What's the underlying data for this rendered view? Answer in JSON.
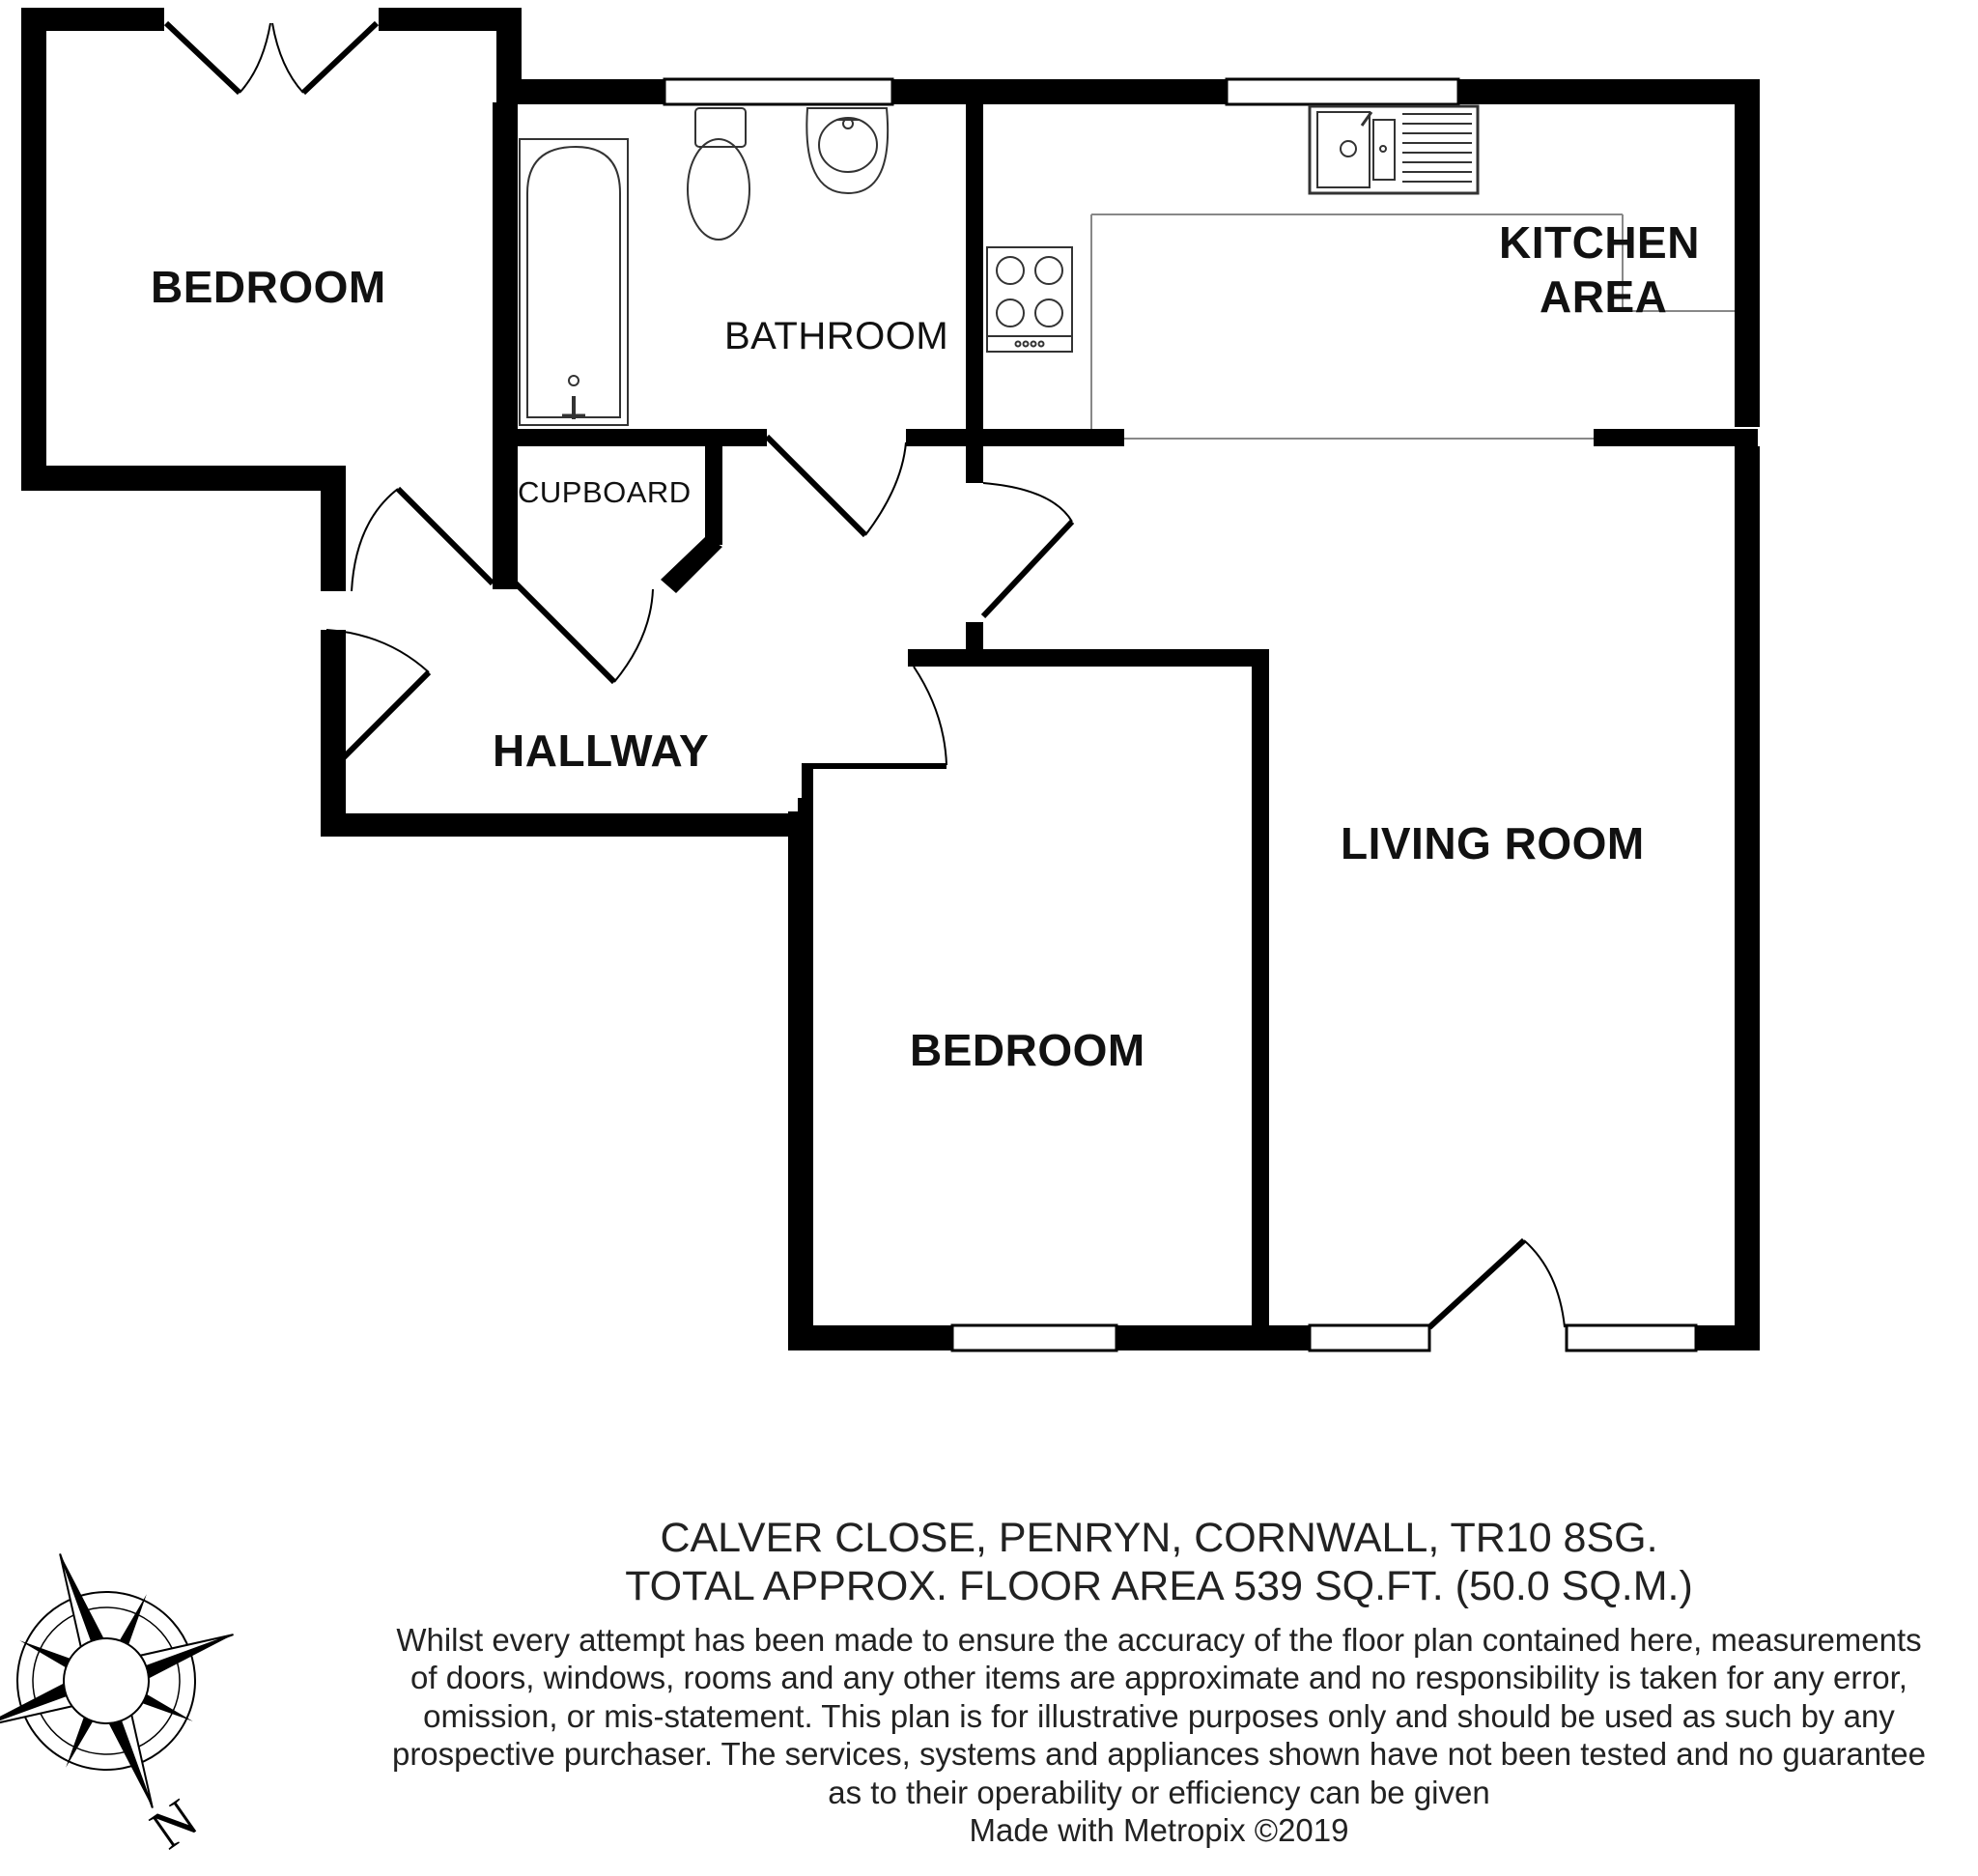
{
  "rooms": {
    "bedroom_top": "BEDROOM",
    "bathroom": "BATHROOM",
    "kitchen_line1": "KITCHEN",
    "kitchen_line2": "AREA",
    "cupboard": "CUPBOARD",
    "hallway": "HALLWAY",
    "living_room": "LIVING ROOM",
    "bedroom_bottom": "BEDROOM"
  },
  "footer": {
    "address": "CALVER CLOSE, PENRYN, CORNWALL, TR10 8SG.",
    "floor_area": "TOTAL APPROX. FLOOR AREA 539 SQ.FT. (50.0 SQ.M.)",
    "disclaimer_lines": [
      "Whilst every attempt has been made to ensure the accuracy of the floor plan contained here, measurements",
      "of doors, windows, rooms and any other items are approximate and no responsibility is taken for any error,",
      "omission, or mis-statement. This plan is for illustrative purposes only and should be used as such by any",
      "prospective purchaser. The services, systems and appliances shown have not been tested and no guarantee",
      "as to their operability or efficiency can be given"
    ],
    "made_with": "Made with Metropix ©2019"
  },
  "compass": {
    "north_letter": "N",
    "icon": "compass-rose-icon"
  },
  "colors": {
    "wall": "#000000",
    "background": "#ffffff",
    "fixture": "#333333"
  }
}
